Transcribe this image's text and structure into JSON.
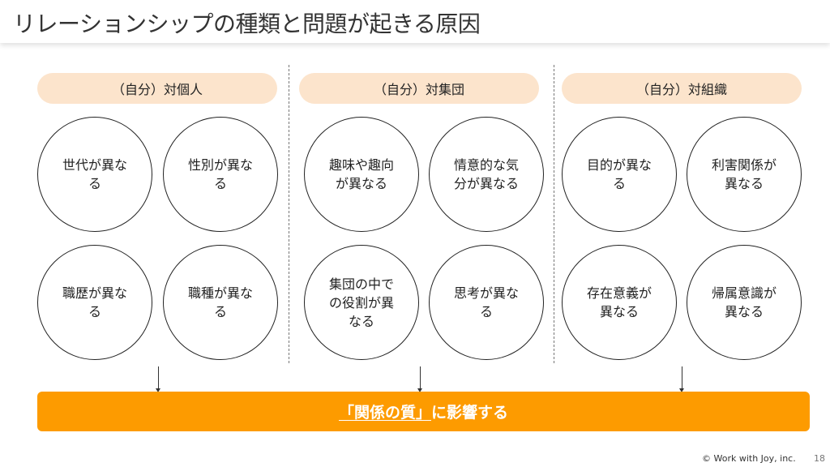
{
  "title": "リレーションシップの種類と問題が起きる原因",
  "columns": [
    {
      "header": "（自分）対個人",
      "items": [
        [
          "世代が異な",
          "る"
        ],
        [
          "性別が異な",
          "る"
        ],
        [
          "職歴が異な",
          "る"
        ],
        [
          "職種が異な",
          "る"
        ]
      ]
    },
    {
      "header": "（自分）対集団",
      "items": [
        [
          "趣味や趣向",
          "が異なる"
        ],
        [
          "情意的な気",
          "分が異なる"
        ],
        [
          "集団の中で",
          "の役割が異",
          "なる"
        ],
        [
          "思考が異な",
          "る"
        ]
      ]
    },
    {
      "header": "（自分）対組織",
      "items": [
        [
          "目的が異な",
          "る"
        ],
        [
          "利害関係が",
          "異なる"
        ],
        [
          "存在意義が",
          "異なる"
        ],
        [
          "帰属意識が",
          "異なる"
        ]
      ]
    }
  ],
  "result": {
    "underlined": "「関係の質」",
    "rest": "に影響する"
  },
  "footer": {
    "copyright": "© Work with Joy, inc.",
    "page": "18"
  },
  "colors": {
    "accent": "#fd9b00",
    "pill": "#fce4cc"
  }
}
